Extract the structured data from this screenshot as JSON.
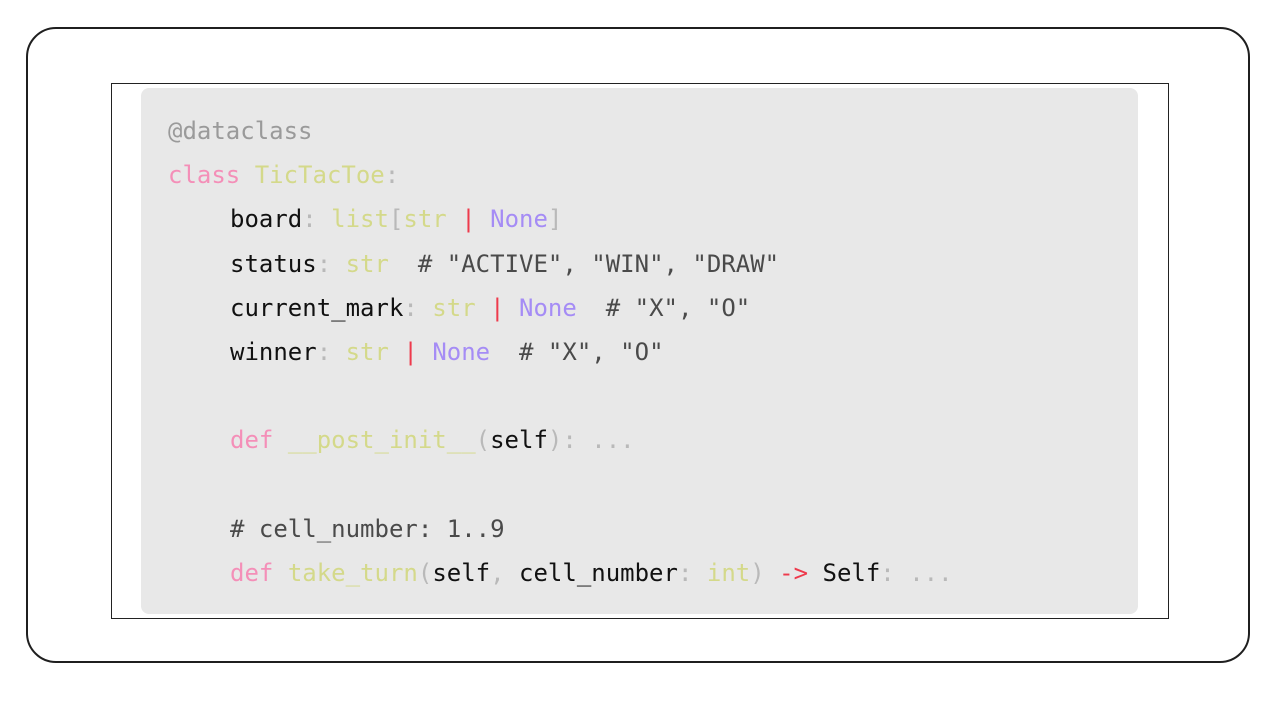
{
  "code": {
    "decorator": "@dataclass",
    "class_kw": "class",
    "class_name": "TicTacToe",
    "colon": ":",
    "field_board": "board",
    "field_status": "status",
    "field_current_mark": "current_mark",
    "field_winner": "winner",
    "type_list": "list",
    "bracket_open": "[",
    "bracket_close": "]",
    "type_str": "str",
    "type_int": "int",
    "pipe": "|",
    "none_kw": "None",
    "status_comment": "# \"ACTIVE\", \"WIN\", \"DRAW\"",
    "mark_comment": "# \"X\", \"O\"",
    "winner_comment": "# \"X\", \"O\"",
    "def_kw": "def",
    "post_init": "__post_init__",
    "paren_open": "(",
    "paren_close": ")",
    "self_kw": "self",
    "ellipsis": ": ...",
    "cell_comment": "# cell_number: 1..9",
    "take_turn": "take_turn",
    "comma": ",",
    "param_cell_number": "cell_number",
    "arrow": "->",
    "return_type": "Self"
  }
}
